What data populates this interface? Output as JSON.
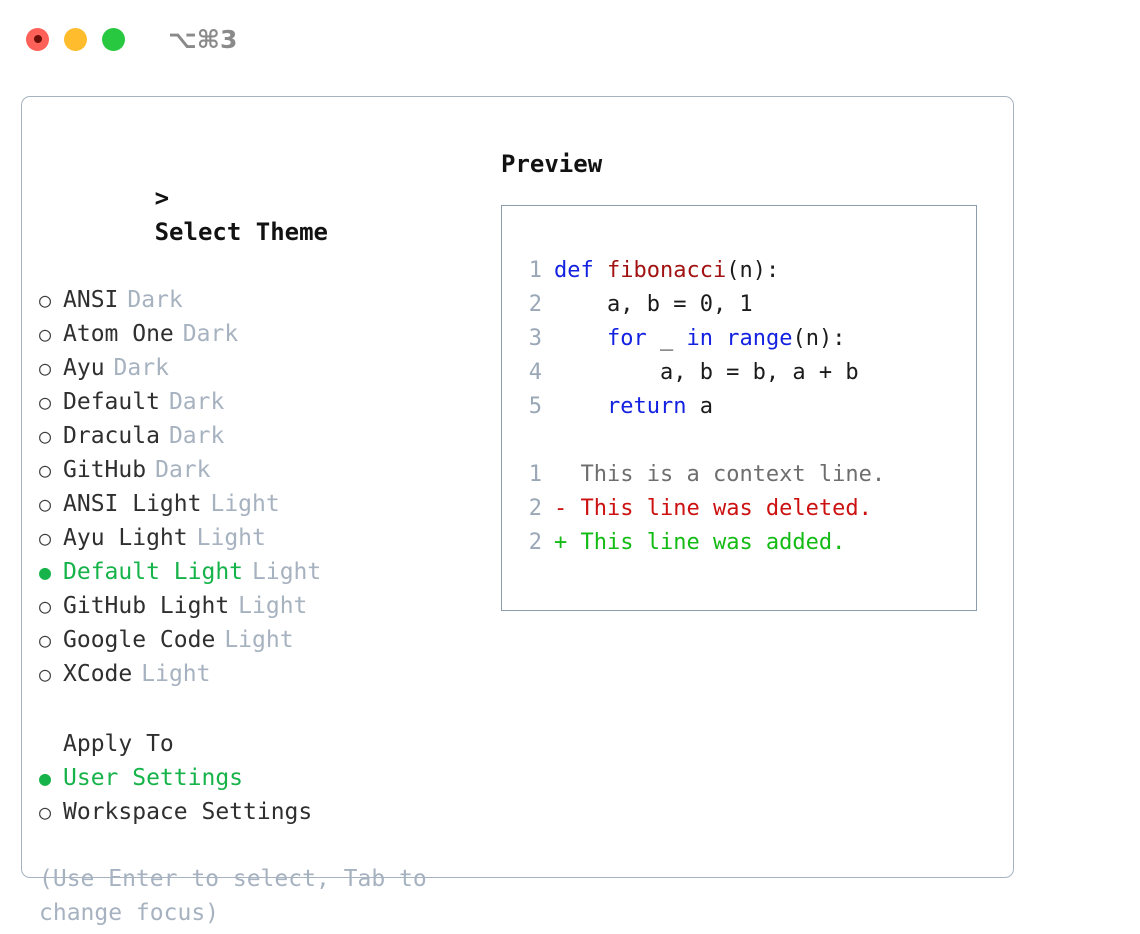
{
  "window": {
    "title": "⌥⌘3",
    "traffic_lights": [
      {
        "name": "close-button",
        "color": "#ff6159"
      },
      {
        "name": "minimize-button",
        "color": "#ffbd2e"
      },
      {
        "name": "maximize-button",
        "color": "#28c840"
      }
    ]
  },
  "theme_panel": {
    "caret": ">",
    "heading": "Select Theme",
    "bullet_empty": "○",
    "bullet_filled": "●",
    "items": [
      {
        "name": "ANSI",
        "kind": "Dark",
        "selected": false
      },
      {
        "name": "Atom One",
        "kind": "Dark",
        "selected": false
      },
      {
        "name": "Ayu",
        "kind": "Dark",
        "selected": false
      },
      {
        "name": "Default",
        "kind": "Dark",
        "selected": false
      },
      {
        "name": "Dracula",
        "kind": "Dark",
        "selected": false
      },
      {
        "name": "GitHub",
        "kind": "Dark",
        "selected": false
      },
      {
        "name": "ANSI Light",
        "kind": "Light",
        "selected": false
      },
      {
        "name": "Ayu Light",
        "kind": "Light",
        "selected": false
      },
      {
        "name": "Default Light",
        "kind": "Light",
        "selected": true
      },
      {
        "name": "GitHub Light",
        "kind": "Light",
        "selected": false
      },
      {
        "name": "Google Code",
        "kind": "Light",
        "selected": false
      },
      {
        "name": "XCode",
        "kind": "Light",
        "selected": false
      }
    ]
  },
  "apply_to": {
    "heading": "Apply To",
    "options": [
      {
        "label": "User Settings",
        "selected": true
      },
      {
        "label": "Workspace Settings",
        "selected": false
      }
    ]
  },
  "hint": "(Use Enter to select, Tab to change focus)",
  "preview": {
    "label": "Preview",
    "code_lines": [
      {
        "no": "1",
        "tokens": [
          {
            "t": "def",
            "c": "kw"
          },
          {
            "t": " ",
            "c": "plain"
          },
          {
            "t": "fibonacci",
            "c": "fn"
          },
          {
            "t": "(n):",
            "c": "plain"
          }
        ]
      },
      {
        "no": "2",
        "tokens": [
          {
            "t": "    a, b = 0, 1",
            "c": "plain"
          }
        ]
      },
      {
        "no": "3",
        "tokens": [
          {
            "t": "    ",
            "c": "plain"
          },
          {
            "t": "for",
            "c": "kw"
          },
          {
            "t": " _ ",
            "c": "plain"
          },
          {
            "t": "in",
            "c": "kw"
          },
          {
            "t": " ",
            "c": "plain"
          },
          {
            "t": "range",
            "c": "kw"
          },
          {
            "t": "(n):",
            "c": "plain"
          }
        ]
      },
      {
        "no": "4",
        "tokens": [
          {
            "t": "        a, b = b, a + b",
            "c": "plain"
          }
        ]
      },
      {
        "no": "5",
        "tokens": [
          {
            "t": "    ",
            "c": "plain"
          },
          {
            "t": "return",
            "c": "kw"
          },
          {
            "t": " a",
            "c": "plain"
          }
        ]
      }
    ],
    "diff_lines": [
      {
        "no": "1",
        "marker": "  ",
        "text": "This is a context line.",
        "c": "ctx"
      },
      {
        "no": "2",
        "marker": "- ",
        "text": "This line was deleted.",
        "c": "del"
      },
      {
        "no": "2",
        "marker": "+ ",
        "text": "This line was added.",
        "c": "add"
      }
    ]
  },
  "colors": {
    "accent_green": "#16b34a",
    "muted": "#a7b2c0",
    "keyword_blue": "#1322e0",
    "function_red": "#a11212",
    "diff_add": "#14bb14",
    "diff_del": "#cc1111",
    "border": "#a7b2c0"
  }
}
